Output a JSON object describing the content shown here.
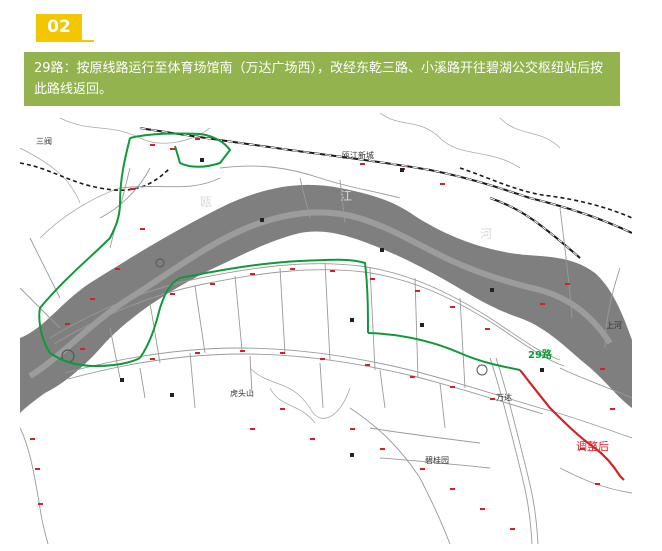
{
  "header": {
    "badge_number": "02",
    "description": "29路：按原线路运行至体育场馆南（万达广场西），改经东乾三路、小溪路开往碧湖公交枢纽站后按此路线返回。"
  },
  "map": {
    "river_labels": [
      "瓯",
      "江",
      "河"
    ],
    "place_labels": {
      "north_district": "瓯江新城",
      "upstream_right": "上河",
      "mountain": "虎头山",
      "south_road": "万达",
      "lower_area": "碧桂园",
      "west_village": "三阀"
    },
    "route_label": "29路",
    "adjust_label": "调整后",
    "colors": {
      "river": "#7f7f7f",
      "route_green": "#0e9a3a",
      "adjust_red": "#d42027",
      "road": "#9a9a9a",
      "railway": "#1a1a1a"
    }
  }
}
